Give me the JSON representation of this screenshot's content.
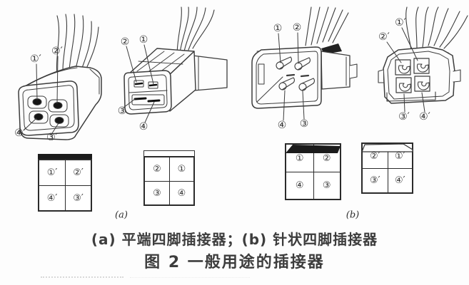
{
  "figure": {
    "captions": {
      "line1": "(a) 平端四脚插接器；(b) 针状四脚插接器",
      "line2": "图 2  一般用途的插接器"
    },
    "group_labels": {
      "a": "(a)",
      "b": "(b)"
    },
    "connectors": {
      "flat_socket": {
        "callouts": {
          "p1": "①′",
          "p2": "②′",
          "p3": "③′",
          "p4": "④′"
        }
      },
      "flat_plug": {
        "callouts": {
          "p1": "①",
          "p2": "②",
          "p3": "③",
          "p4": "④"
        }
      },
      "pin_plug": {
        "callouts": {
          "p1": "①",
          "p2": "②",
          "p3": "③",
          "p4": "④"
        }
      },
      "pin_socket": {
        "callouts": {
          "p1": "①′",
          "p2": "②′",
          "p3": "③′",
          "p4": "④′"
        }
      }
    },
    "pin_grids": {
      "a_socket": {
        "cells": [
          "①′",
          "②′",
          "④′",
          "③′"
        ]
      },
      "a_plug": {
        "cells": [
          "②",
          "①",
          "③",
          "④"
        ]
      },
      "b_plug": {
        "cells": [
          "①",
          "②",
          "④",
          "③"
        ]
      },
      "b_socket": {
        "cells": [
          "②′",
          "①′",
          "③′",
          "④′"
        ]
      }
    },
    "colors": {
      "ink": "#3c3c3c",
      "paper": "#fdfdfd",
      "solid_fill": "#1b1b1b"
    }
  }
}
